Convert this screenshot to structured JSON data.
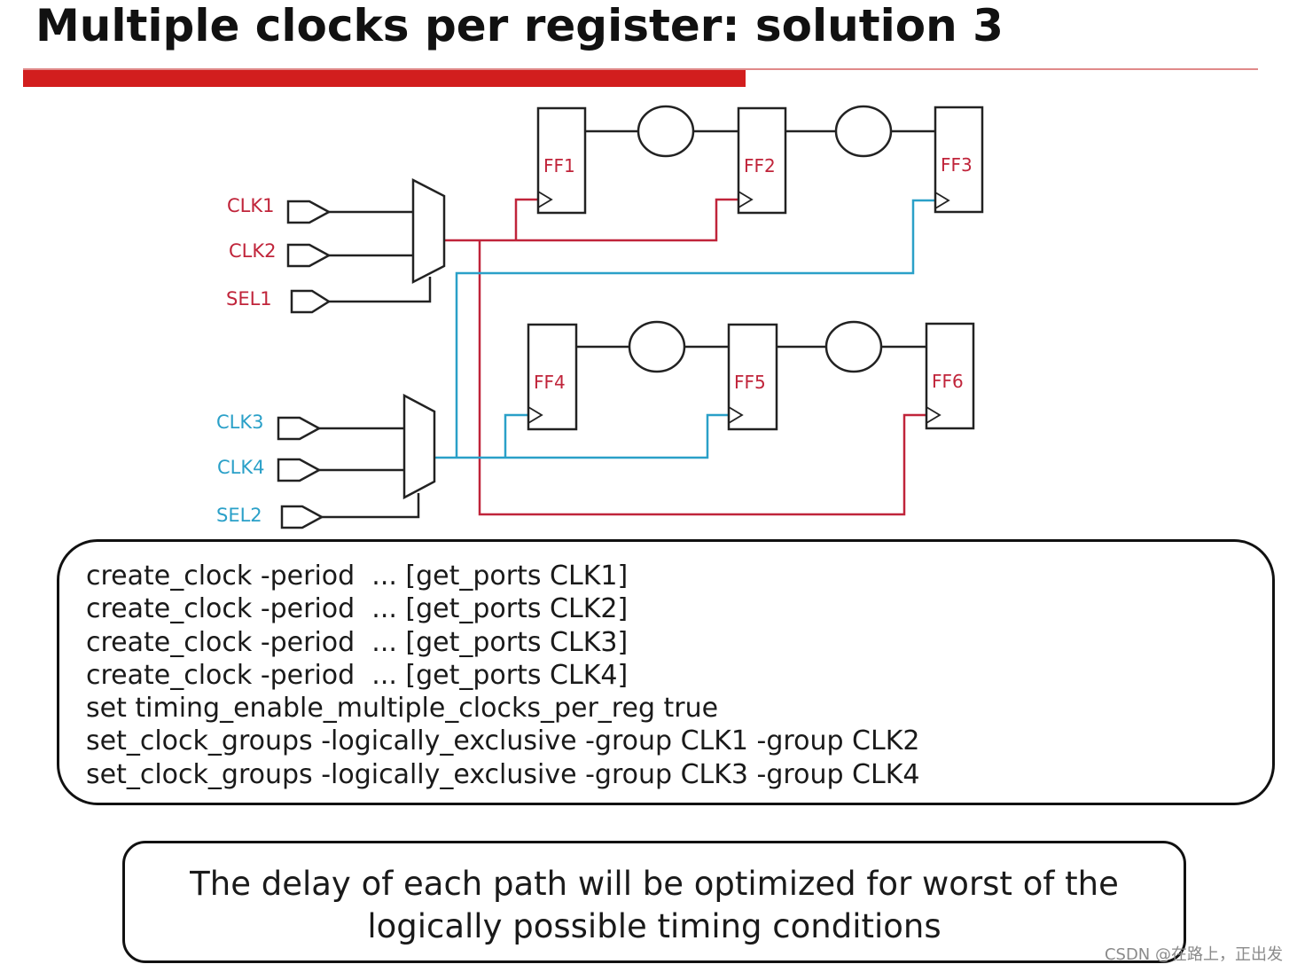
{
  "title": "Multiple clocks per register: solution 3",
  "colors": {
    "title_bar": "#d21e1e",
    "red_net": "#c0243a",
    "blue_net": "#2aa0c8",
    "wire": "#222222"
  },
  "diagram": {
    "inputs": [
      {
        "id": "clk1",
        "label": "CLK1",
        "color": "#c0243a"
      },
      {
        "id": "clk2",
        "label": "CLK2",
        "color": "#c0243a"
      },
      {
        "id": "sel1",
        "label": "SEL1",
        "color": "#c0243a"
      },
      {
        "id": "clk3",
        "label": "CLK3",
        "color": "#2aa0c8"
      },
      {
        "id": "clk4",
        "label": "CLK4",
        "color": "#2aa0c8"
      },
      {
        "id": "sel2",
        "label": "SEL2",
        "color": "#2aa0c8"
      }
    ],
    "flipflops": [
      "FF1",
      "FF2",
      "FF3",
      "FF4",
      "FF5",
      "FF6"
    ]
  },
  "constraints": [
    "create_clock -period  ... [get_ports CLK1]",
    "create_clock -period  ... [get_ports CLK2]",
    "create_clock -period  ... [get_ports CLK3]",
    "create_clock -period  ... [get_ports CLK4]",
    "set timing_enable_multiple_clocks_per_reg true",
    "set_clock_groups -logically_exclusive -group CLK1 -group CLK2",
    "set_clock_groups -logically_exclusive -group CLK3 -group CLK4"
  ],
  "note": {
    "line1": "The delay of each path will be optimized for worst of the",
    "line2": "logically possible timing conditions"
  },
  "watermark": "CSDN @在路上，正出发"
}
